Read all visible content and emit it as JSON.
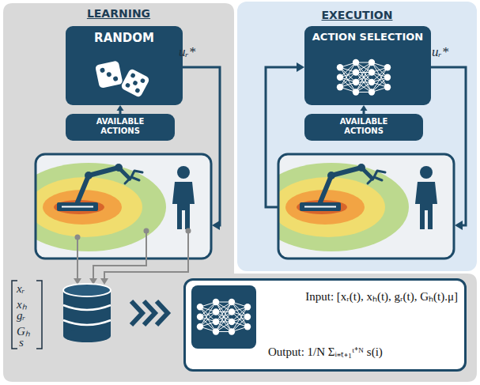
{
  "diagram": {
    "nodes": [
      {
        "text": [
          "LEARNING"
        ]
      },
      {
        "text": [
          "RANDOM"
        ],
        "in": 0
      },
      {
        "text": [
          "AVAILABLE ACTIONS"
        ],
        "in": 0
      },
      {
        "text": [
          "EXECUTION"
        ]
      },
      {
        "text": [
          "ACTION SELECTION"
        ],
        "in": 3
      },
      {
        "text": [
          "AVAILABLE ACTIONS"
        ],
        "in": 3
      },
      {
        "text": [
          "Input: [xᵣ(t), xₕ(t), gᵣ(t), Gₕ(t).μ]",
          "Output: 1/N Σᵢ₌ₜ₊₁ᵗ⁺ᴺ s(i)"
        ],
        "in": 0
      }
    ],
    "edges": [
      {
        "from": 2,
        "to": 1,
        "arrow": "to"
      },
      {
        "from": 5,
        "to": 4,
        "arrow": "to"
      }
    ],
    "labels": [
      "uᵣ*",
      "uᵣ*",
      "xᵣ",
      "xₕ",
      "gᵣ",
      "Gₕ",
      "s"
    ]
  }
}
